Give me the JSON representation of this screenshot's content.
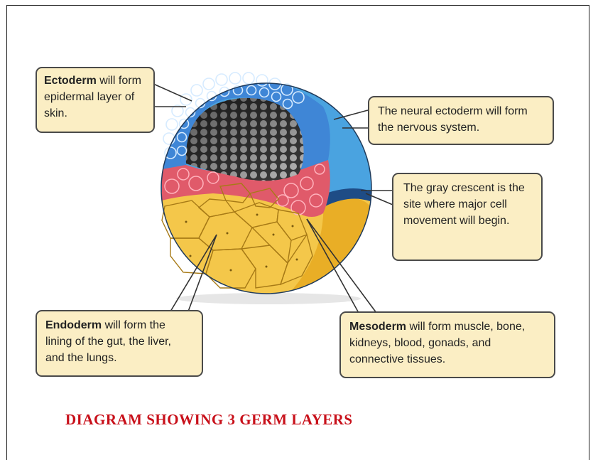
{
  "callouts": {
    "ectoderm": {
      "term": "Ectoderm",
      "rest": " will form epidermal layer of skin."
    },
    "neural": {
      "text": "The neural ectoderm will form the nervous system."
    },
    "gray_crescent": {
      "text": "The gray crescent is the site where major cell movement will begin."
    },
    "endoderm": {
      "term": "Endoderm",
      "rest": " will form the lining of the gut, the liver, and the lungs."
    },
    "mesoderm": {
      "term": "Mesoderm",
      "rest": " will form muscle, bone, kidneys, blood, gonads, and connective tissues."
    }
  },
  "caption": "DIAGRAM SHOWING 3 GERM LAYERS",
  "colors": {
    "ectoderm": "#3f86d6",
    "neural_ectoderm": "#4aa3e0",
    "mesoderm": "#e05a6a",
    "endoderm": "#f4c74a",
    "gray_crescent": "#1e4c86",
    "blastocoel": "#3a3a3a",
    "callout_fill": "#fbeec4",
    "caption": "#c8101a"
  }
}
